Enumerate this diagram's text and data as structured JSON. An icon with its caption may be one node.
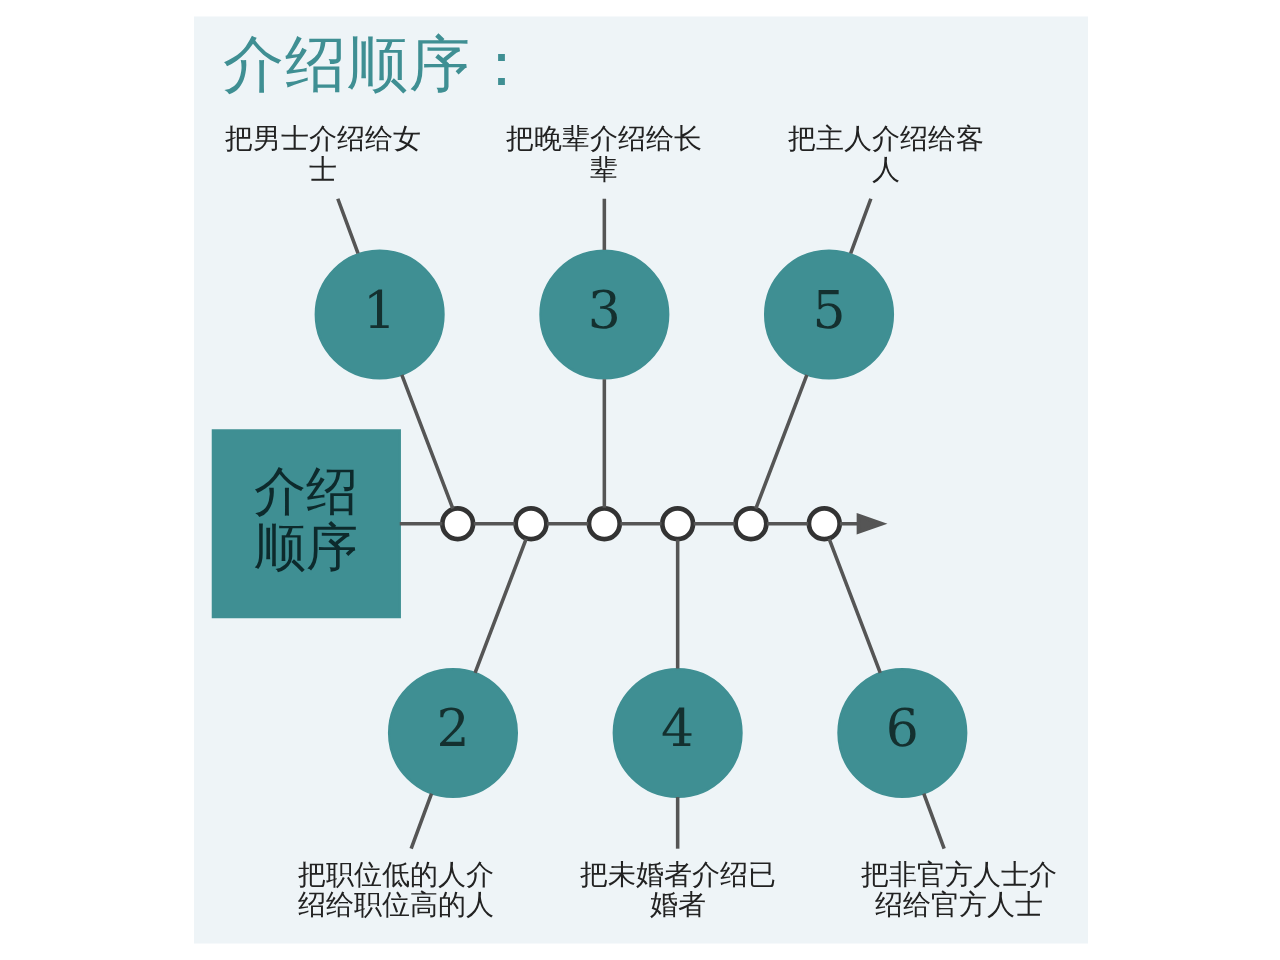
{
  "diagram": {
    "title": "介绍顺序：",
    "nodes": [
      {
        "text": [
          "介绍顺序"
        ]
      },
      {
        "text": [],
        "shape": "circle"
      },
      {
        "text": [],
        "shape": "circle"
      },
      {
        "text": [],
        "shape": "circle"
      },
      {
        "text": [],
        "shape": "circle"
      },
      {
        "text": [],
        "shape": "circle"
      },
      {
        "text": [],
        "shape": "circle"
      },
      {
        "text": [
          "1"
        ]
      },
      {
        "text": [
          "2"
        ]
      },
      {
        "text": [
          "3"
        ]
      },
      {
        "text": [
          "4"
        ]
      },
      {
        "text": [
          "5"
        ]
      },
      {
        "text": [
          "6"
        ]
      },
      {
        "text": [
          "把男士介绍给女士"
        ]
      },
      {
        "text": [
          "把职位低的人介绍给职位高的人"
        ]
      },
      {
        "text": [
          "把晚辈介绍给长辈"
        ]
      },
      {
        "text": [
          "把未婚者介绍已婚者"
        ]
      },
      {
        "text": [
          "把主人介绍给客人"
        ]
      },
      {
        "text": [
          "把非官方人士介绍给官方人士"
        ]
      }
    ],
    "edges": [
      {
        "from": 0,
        "to": 1,
        "arrow": "none"
      },
      {
        "from": 1,
        "to": 2,
        "arrow": "none"
      },
      {
        "from": 2,
        "to": 3,
        "arrow": "none"
      },
      {
        "from": 3,
        "to": 4,
        "arrow": "none"
      },
      {
        "from": 4,
        "to": 5,
        "arrow": "none"
      },
      {
        "from": 5,
        "to": 6,
        "arrow": "none"
      },
      {
        "from": 6,
        "to": null,
        "arrow": "to"
      },
      {
        "from": 13,
        "to": 7,
        "arrow": "none"
      },
      {
        "from": 7,
        "to": 1,
        "arrow": "none"
      },
      {
        "from": 2,
        "to": 8,
        "arrow": "none"
      },
      {
        "from": 8,
        "to": 14,
        "arrow": "none"
      },
      {
        "from": 15,
        "to": 9,
        "arrow": "none"
      },
      {
        "from": 9,
        "to": 3,
        "arrow": "none"
      },
      {
        "from": 4,
        "to": 10,
        "arrow": "none"
      },
      {
        "from": 10,
        "to": 16,
        "arrow": "none"
      },
      {
        "from": 17,
        "to": 11,
        "arrow": "none"
      },
      {
        "from": 11,
        "to": 5,
        "arrow": "none"
      },
      {
        "from": 6,
        "to": 12,
        "arrow": "none"
      },
      {
        "from": 12,
        "to": 18,
        "arrow": "none"
      }
    ]
  }
}
